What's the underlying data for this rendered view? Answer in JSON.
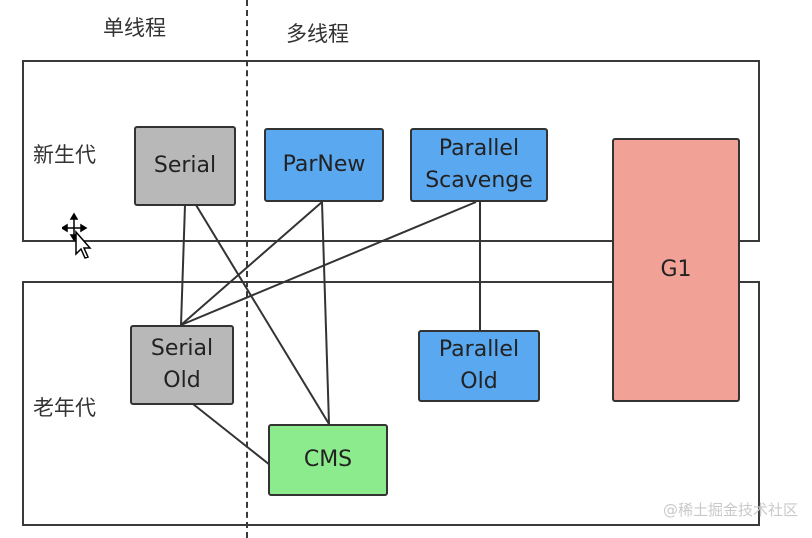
{
  "headers": {
    "single_thread": "单线程",
    "multi_thread": "多线程"
  },
  "regions": {
    "young": "新生代",
    "old": "老年代"
  },
  "collectors": {
    "serial": "Serial",
    "parnew": "ParNew",
    "parallel_scavenge": "Parallel\nScavenge",
    "g1": "G1",
    "serial_old": "Serial\nOld",
    "parallel_old": "Parallel\nOld",
    "cms": "CMS"
  },
  "colors": {
    "single_thread_collector": "#b8b8b8",
    "parallel_collector": "#5aa8f0",
    "cms": "#8ceb8c",
    "g1": "#f2a197"
  },
  "watermark": "@稀土掘金技术社区"
}
